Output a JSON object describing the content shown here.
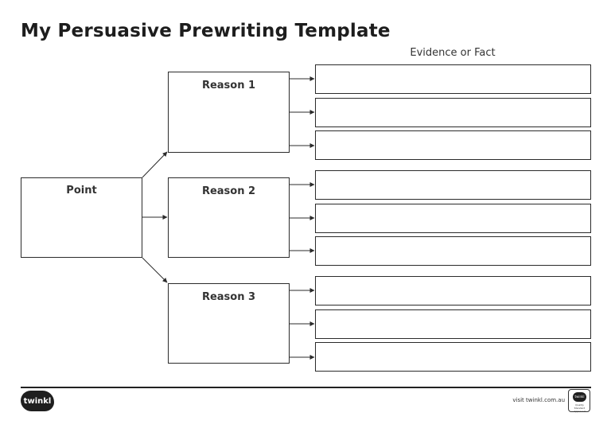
{
  "header": {
    "title": "My Persuasive Prewriting Template",
    "evidence_heading": "Evidence or Fact"
  },
  "point": {
    "label": "Point"
  },
  "reasons": [
    {
      "label": "Reason 1"
    },
    {
      "label": "Reason 2"
    },
    {
      "label": "Reason 3"
    }
  ],
  "footer": {
    "logo_text": "twinkl",
    "url": "visit twinkl.com.au",
    "badge_logo": "twinkl",
    "badge_text": "Quality Standard Approved"
  },
  "colors": {
    "line": "#2b2b2b",
    "text": "#333333",
    "logo": "#1f1f1f"
  }
}
